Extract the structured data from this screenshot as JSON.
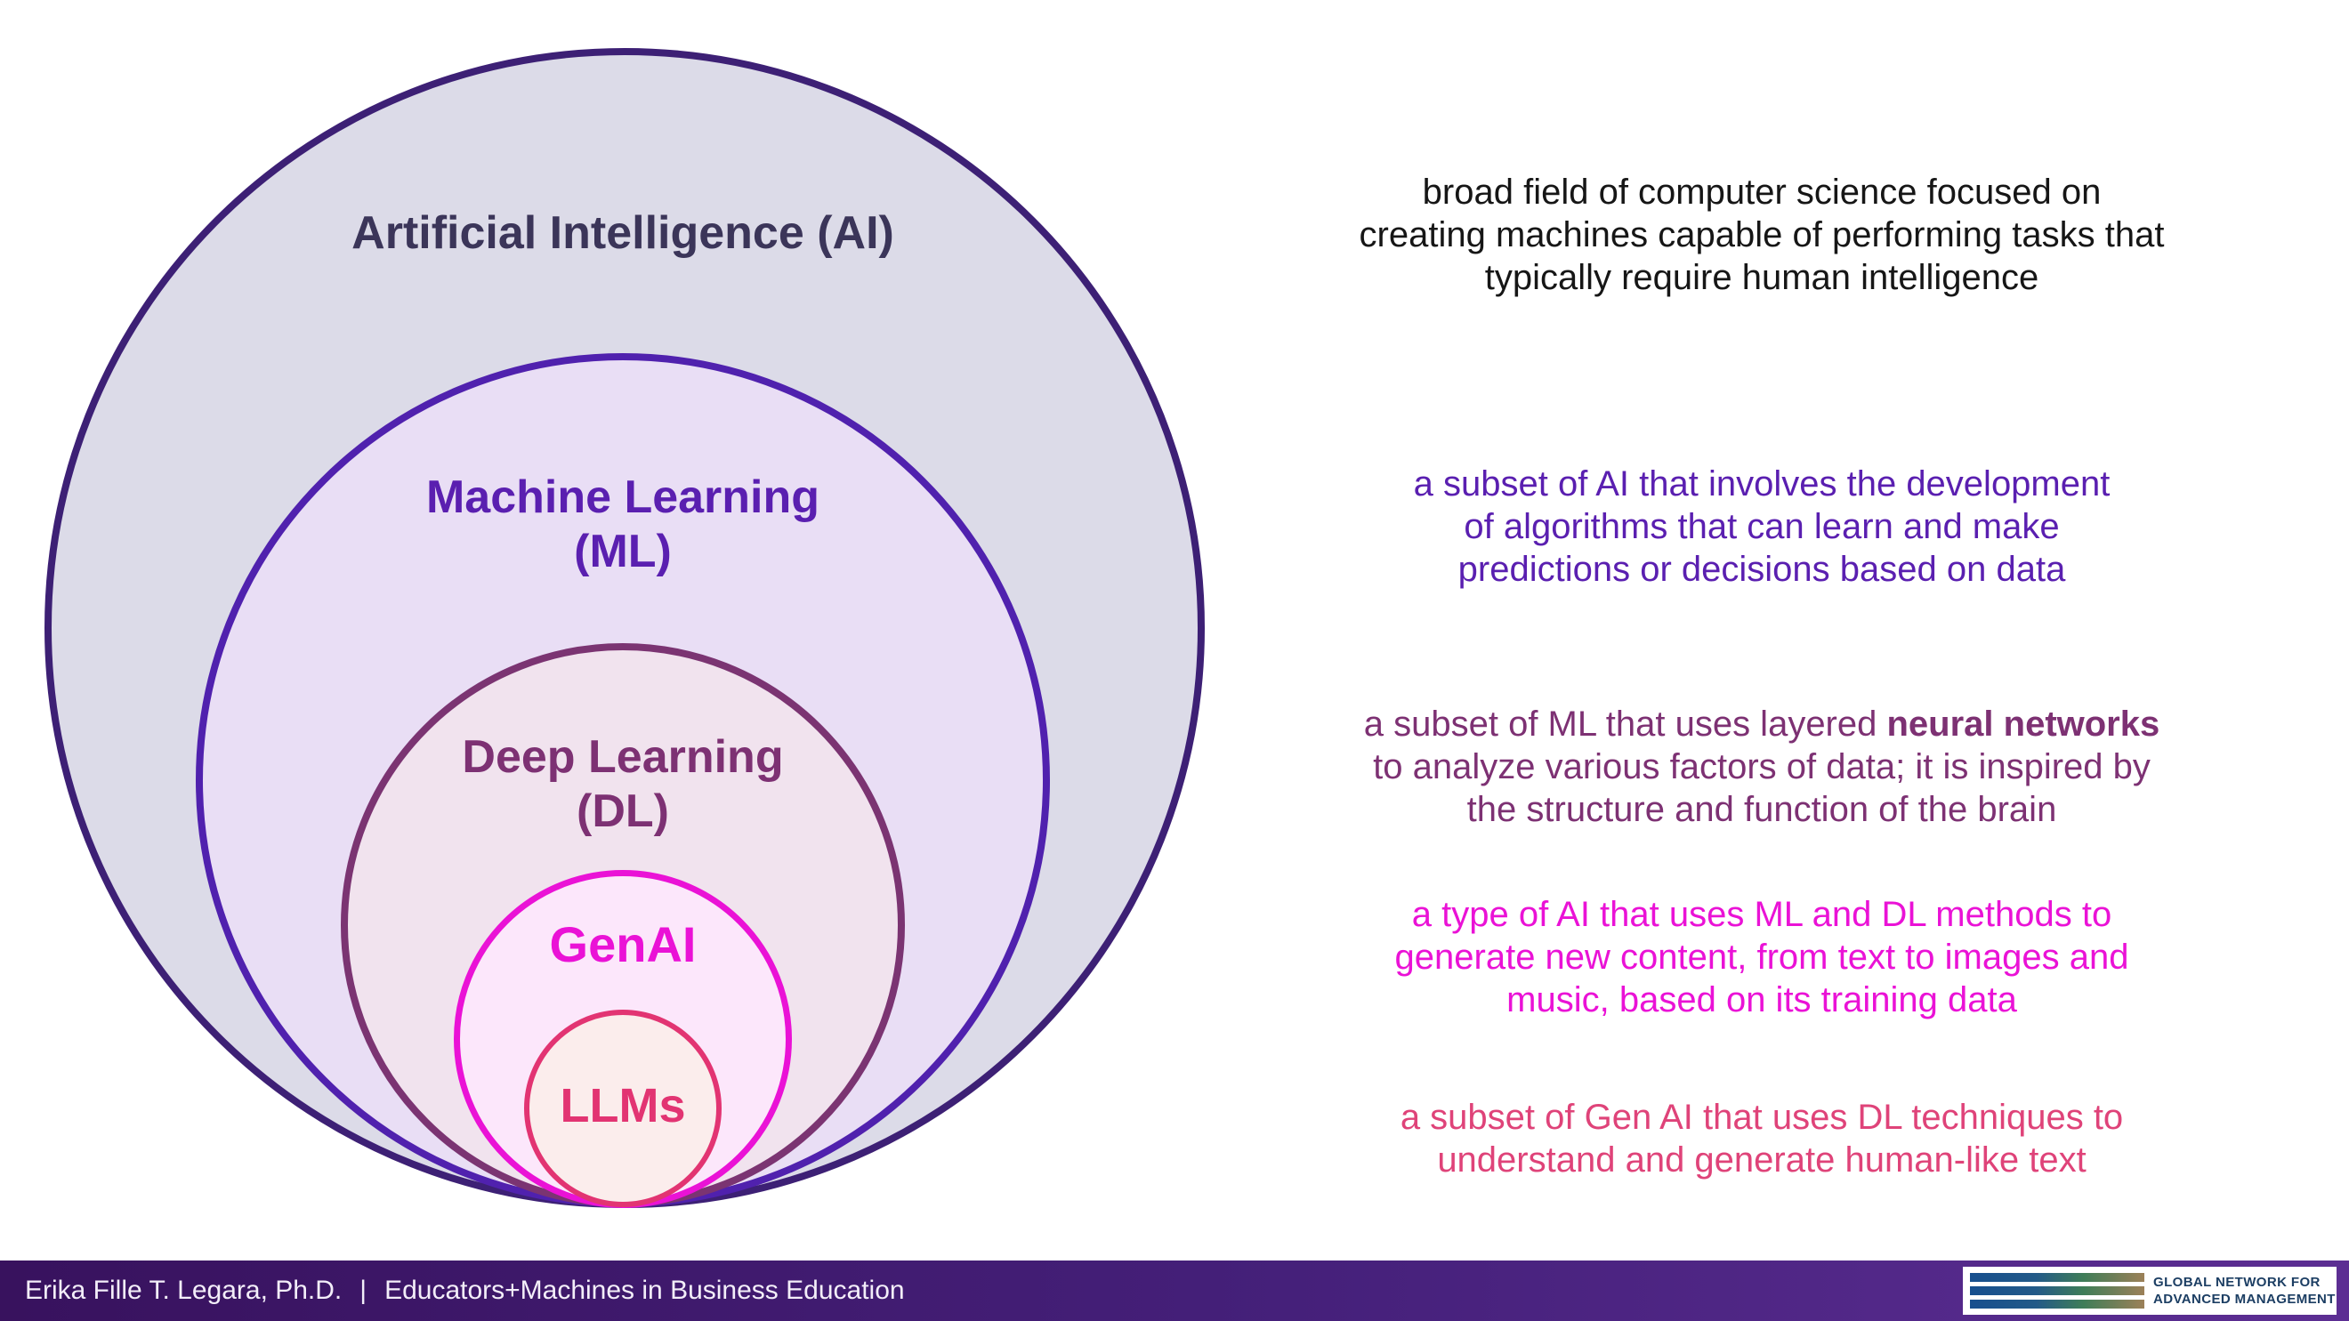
{
  "diagram": {
    "circles": [
      {
        "id": "ai",
        "label": "Artificial Intelligence (AI)",
        "fill": "#dcdbe8",
        "border": "#3d2075",
        "label_color": "#3b3559"
      },
      {
        "id": "ml",
        "label": "Machine Learning\n(ML)",
        "fill": "#e9def5",
        "border": "#5021ae",
        "label_color": "#5a1fb0"
      },
      {
        "id": "dl",
        "label": "Deep Learning\n(DL)",
        "fill": "#f1e3ee",
        "border": "#7b3472",
        "label_color": "#7d3173"
      },
      {
        "id": "genai",
        "label": "GenAI",
        "fill": "#fce7fb",
        "border": "#ea12d6",
        "label_color": "#ea12d6"
      },
      {
        "id": "llms",
        "label": "LLMs",
        "fill": "#fbedec",
        "border": "#e23472",
        "label_color": "#e23472"
      }
    ]
  },
  "descriptions": {
    "ai": {
      "text": "broad field of computer science focused on\ncreating machines capable of performing tasks that\ntypically require human intelligence",
      "color": "#161616"
    },
    "ml": {
      "text": "a subset of AI that involves the development\nof algorithms that can learn and make\npredictions or decisions based on data",
      "color": "#5a1fb0"
    },
    "dl": {
      "before": "a subset of ML that uses layered ",
      "bold": "neural networks",
      "after": "\nto analyze various factors of data; it is inspired by\nthe structure and function of the brain",
      "color": "#7d3173"
    },
    "genai": {
      "text": "a type of AI that uses ML and DL methods to\ngenerate new content, from text to images and\nmusic, based on its training data",
      "color": "#ea12d6"
    },
    "llms": {
      "text": "a subset of Gen AI that uses DL techniques to\nunderstand and generate human-like text",
      "color": "#df4379"
    }
  },
  "footer": {
    "author": "Erika Fille T. Legara, Ph.D.",
    "separator": "|",
    "presentation_title": "Educators+Machines in Business Education",
    "bg_gradient": [
      "#38125e",
      "#5c2e93"
    ],
    "text_color": "#f3eef9"
  },
  "logo": {
    "line1": "GLOBAL NETWORK FOR",
    "line2": "ADVANCED MANAGEMENT",
    "text_color": "#1c3e63",
    "stripe_colors": [
      "#174f8e",
      "#3f7d58",
      "#9c8058"
    ]
  }
}
